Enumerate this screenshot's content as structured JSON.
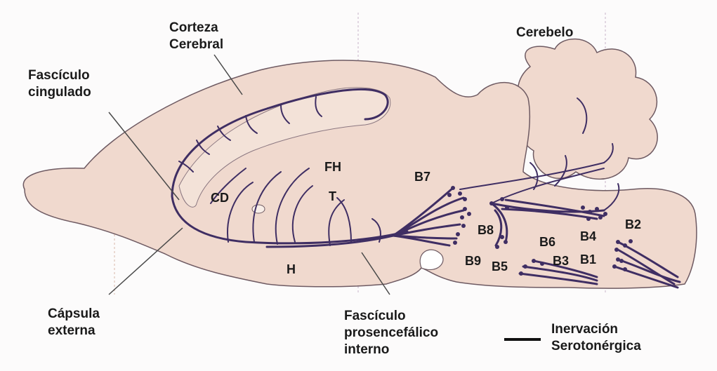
{
  "labels": {
    "corteza_1": "Corteza",
    "corteza_2": "Cerebral",
    "cerebelo": "Cerebelo",
    "fasc_cing_1": "Fascículo",
    "fasc_cing_2": "cingulado",
    "capsula_1": "Cápsula",
    "capsula_2": "externa",
    "fasc_pros_1": "Fascículo",
    "fasc_pros_2": "prosencefálico",
    "fasc_pros_3": "interno",
    "inervacion_1": "Inervación",
    "inervacion_2": "Serotonérgica",
    "fh": "FH",
    "cd": "CD",
    "t": "T",
    "h": "H",
    "b1": "B1",
    "b2": "B2",
    "b3": "B3",
    "b4": "B4",
    "b5": "B5",
    "b6": "B6",
    "b7": "B7",
    "b8": "B8",
    "b9": "B9"
  },
  "colors": {
    "brain_fill": "#f0d9ce",
    "brain_outline": "#6e5a62",
    "fiber": "#3f2e63",
    "label_text": "#1a1a1a"
  }
}
